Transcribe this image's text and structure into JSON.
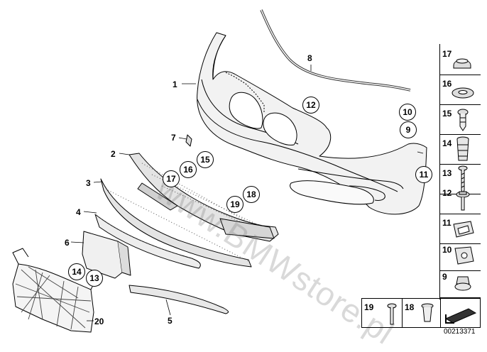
{
  "callouts": {
    "c1": "1",
    "c2": "2",
    "c3": "3",
    "c4": "4",
    "c5": "5",
    "c6": "6",
    "c7": "7",
    "c8": "8",
    "c9": "9",
    "c10": "10",
    "c11": "11",
    "c12": "12",
    "c13": "13",
    "c14": "14",
    "c15": "15",
    "c16": "16",
    "c17": "17",
    "c18": "18",
    "c19": "19",
    "c20": "20"
  },
  "sidebar": {
    "items": [
      {
        "num": "17",
        "icon": "cap-icon"
      },
      {
        "num": "16",
        "icon": "washer-icon"
      },
      {
        "num": "15",
        "icon": "expanding-rivet-icon"
      },
      {
        "num": "14",
        "icon": "grommet-icon"
      },
      {
        "num": "13",
        "icon": "screw-icon"
      },
      {
        "num": "12",
        "icon": "hex-screw-icon"
      },
      {
        "num": "11",
        "icon": "clip-nut-icon"
      },
      {
        "num": "10",
        "icon": "speed-nut-icon"
      },
      {
        "num": "9",
        "icon": "collar-nut-icon"
      }
    ],
    "bottom": [
      {
        "num": "19",
        "icon": "bolt-icon"
      },
      {
        "num": "18",
        "icon": "sleeve-icon"
      }
    ]
  },
  "watermark": "www.BMWstore.pl",
  "diagram_code": "00213371"
}
